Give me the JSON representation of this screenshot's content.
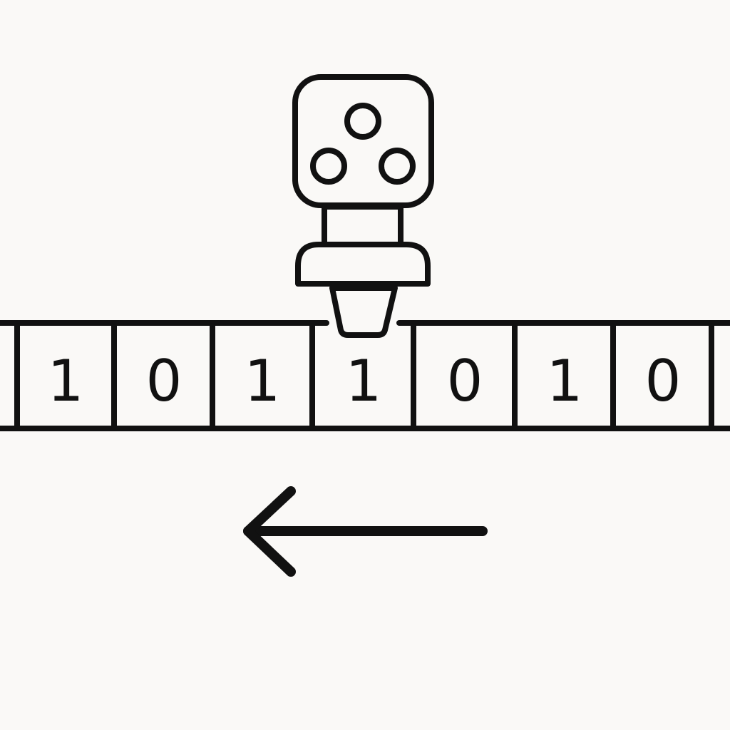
{
  "diagram": {
    "tape": {
      "cells": [
        "1",
        "0",
        "1",
        "1",
        "0",
        "1",
        "0"
      ],
      "head_position_index": 3
    },
    "head_icon": "turing-machine-read-write-head-icon",
    "direction_icon": "arrow-left-icon",
    "colors": {
      "background": "#faf9f7",
      "stroke": "#111111"
    }
  }
}
